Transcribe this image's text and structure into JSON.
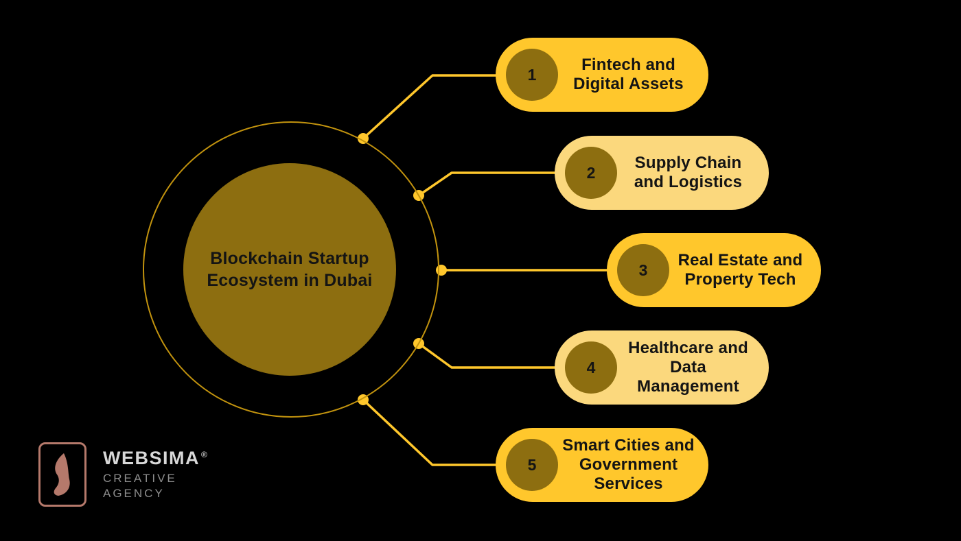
{
  "center": {
    "title": "Blockchain Startup\nEcosystem in Dubai"
  },
  "items": [
    {
      "number": "1",
      "label": "Fintech and\nDigital Assets",
      "variant": "bright"
    },
    {
      "number": "2",
      "label": "Supply Chain\nand Logistics",
      "variant": "light"
    },
    {
      "number": "3",
      "label": "Real Estate and\nProperty Tech",
      "variant": "bright"
    },
    {
      "number": "4",
      "label": "Healthcare and\nData\nManagement",
      "variant": "light"
    },
    {
      "number": "5",
      "label": "Smart Cities and\nGovernment\nServices",
      "variant": "bright"
    }
  ],
  "logo": {
    "brand": "WEBSIMA",
    "registered": "®",
    "tagline": "CREATIVE\nAGENCY"
  },
  "colors": {
    "accent_bright": "#FFC72C",
    "accent_light": "#FBD87D",
    "olive": "#8D6E10",
    "ring": "#C2930E",
    "logo_rose": "#B5796B",
    "background": "#000000"
  }
}
